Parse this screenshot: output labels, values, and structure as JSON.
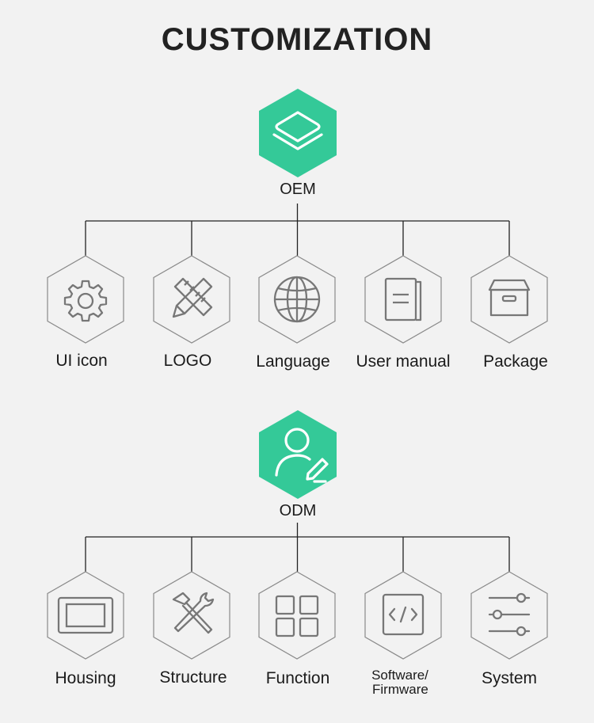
{
  "title": "CUSTOMIZATION",
  "colors": {
    "accent": "#34c998",
    "line": "#222222",
    "hex_stroke": "#8a8a8a",
    "icon": "#777777",
    "background": "#f2f2f2"
  },
  "oem": {
    "label": "OEM",
    "icon": "layers-icon",
    "items": [
      {
        "label": "UI icon",
        "icon": "gear-icon"
      },
      {
        "label": "LOGO",
        "icon": "pencil-ruler-icon"
      },
      {
        "label": "Language",
        "icon": "globe-icon"
      },
      {
        "label": "User manual",
        "icon": "manual-icon"
      },
      {
        "label": "Package",
        "icon": "box-icon"
      }
    ]
  },
  "odm": {
    "label": "ODM",
    "icon": "user-edit-icon",
    "items": [
      {
        "label": "Housing",
        "icon": "screen-housing-icon"
      },
      {
        "label": "Structure",
        "icon": "hammer-wrench-icon"
      },
      {
        "label": "Function",
        "icon": "grid-icon"
      },
      {
        "label": "Software/",
        "label2": "Firmware",
        "icon": "code-icon"
      },
      {
        "label": "System",
        "icon": "sliders-icon"
      }
    ]
  }
}
